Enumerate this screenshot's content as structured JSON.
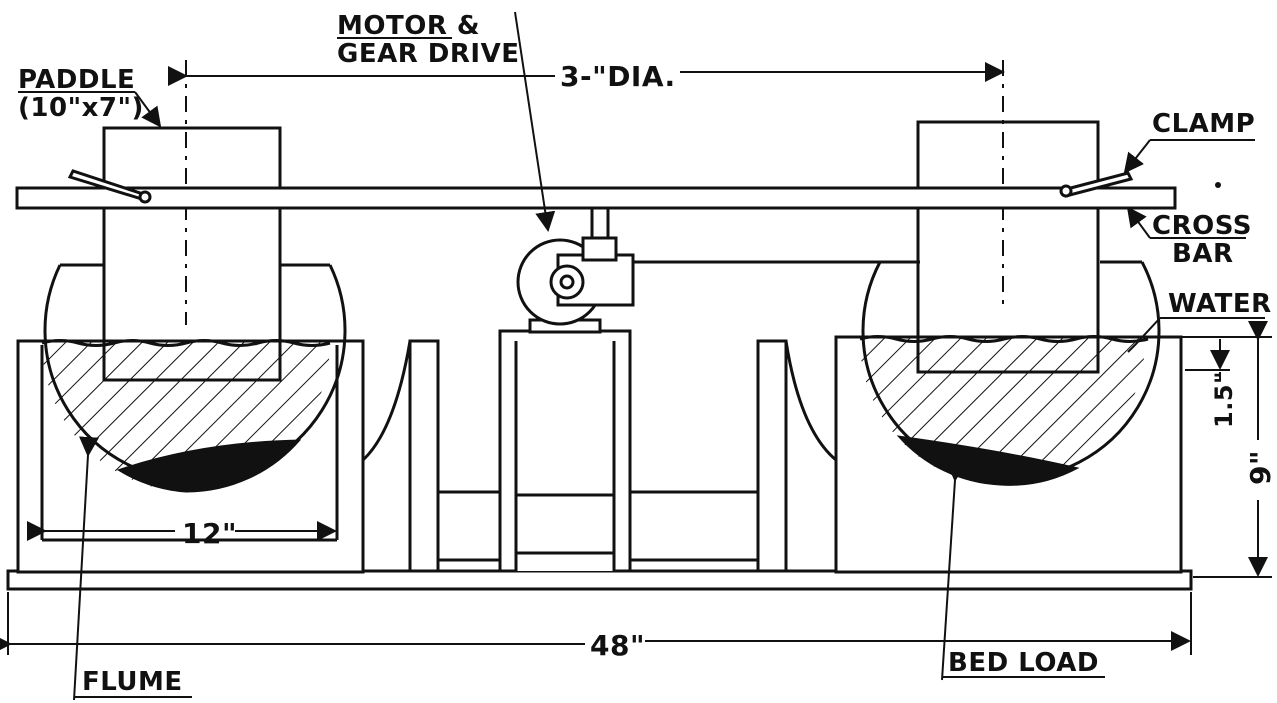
{
  "labels": {
    "motor_line1": "MOTOR &",
    "motor_line2": "GEAR DRIVE",
    "paddle_line1": "PADDLE",
    "paddle_line2": "(10\"x7\")",
    "dia": "3-\"DIA.",
    "clamp": "CLAMP",
    "cross_line1": "CROSS",
    "cross_line2": "BAR",
    "water": "WATER",
    "dim_15": "1.5\"",
    "dim_9": "9\"",
    "dim_12": "12\"",
    "dim_48": "48\"",
    "flume": "FLUME",
    "bed_load": "BED LOAD"
  },
  "colors": {
    "ink": "#111111",
    "paper": "#ffffff"
  }
}
